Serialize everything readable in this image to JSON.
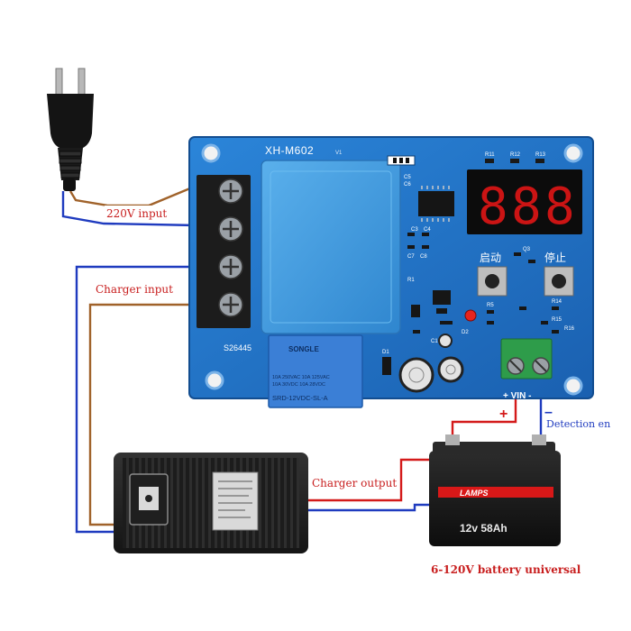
{
  "board": {
    "model": "XH-M602",
    "version": "V1",
    "serial": "S26445",
    "display_digits": [
      "8",
      "8",
      "8"
    ],
    "start_label": "启动",
    "stop_label": "停止",
    "terminal_label": "+ VIN -",
    "relay_brand": "SONGLE",
    "relay_rating_1": "10A 250VAC  10A 125VAC",
    "relay_rating_2": "10A 30VDC  10A 28VDC",
    "relay_model": "SRD-12VDC-SL-A",
    "resistor_labels": [
      "R11",
      "R12",
      "R13"
    ],
    "component_labels": [
      "C5",
      "C6",
      "C7",
      "C8",
      "C3",
      "C4",
      "Q3",
      "R1",
      "D1",
      "D2",
      "R5",
      "R14",
      "R15",
      "R16",
      "C1"
    ]
  },
  "labels": {
    "input_220v": "220V input",
    "charger_input": "Charger input",
    "charger_output": "Charger output",
    "detection": "Detection en",
    "battery_universal": "6-120V battery universal",
    "plus_sign": "+",
    "minus_sign": "–"
  },
  "battery": {
    "brand": "LAMPS",
    "spec": "12v 58Ah"
  },
  "colors": {
    "board_blue": "#1f73c8",
    "wire_brown": "#a0622a",
    "wire_blue": "#1f3bbf",
    "wire_red": "#d41a1a",
    "label_red": "#c81e1e",
    "display_red": "#e01515"
  }
}
